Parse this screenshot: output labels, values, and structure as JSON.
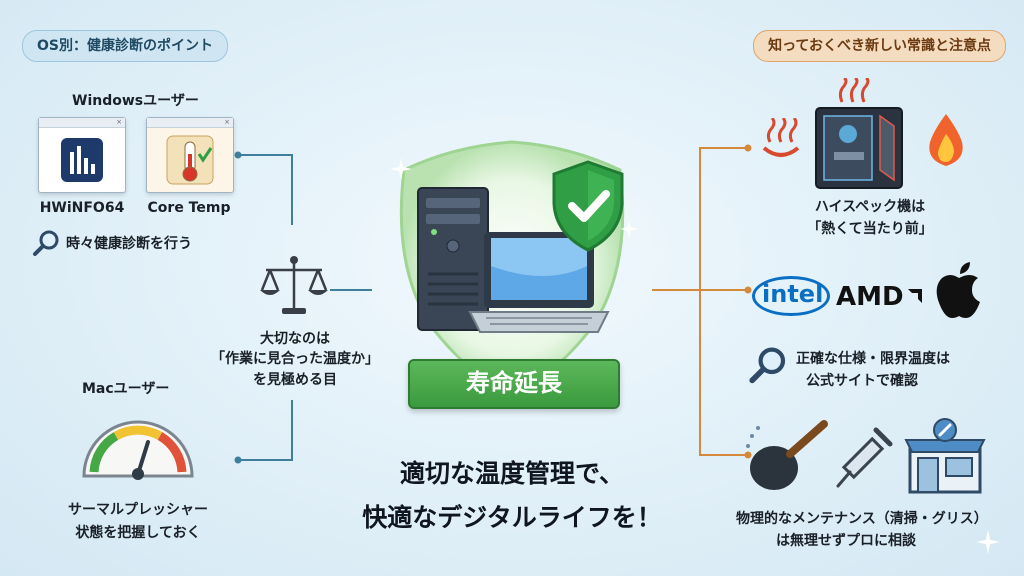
{
  "left": {
    "header": "OS別：健康診断のポイント",
    "windows_title": "Windowsユーザー",
    "app1_name": "HWiNFO64",
    "app2_name": "Core Temp",
    "window_close": "×",
    "check_text": "時々健康診断を行う",
    "mac_title": "Macユーザー",
    "mac_line1": "サーマルプレッシャー",
    "mac_line2": "状態を把握しておく"
  },
  "center": {
    "judge_line1": "大切なのは",
    "judge_line2": "「作業に見合った温度か」",
    "judge_line3": "を見極める目",
    "banner": "寿命延長",
    "main_line1": "適切な温度管理で、",
    "main_line2": "快適なデジタルライフを！"
  },
  "right": {
    "header": "知っておくべき新しい常識と注意点",
    "hot_line1": "ハイスペック機は",
    "hot_line2": "「熱くて当たり前」",
    "brand_intel": "intel",
    "brand_amd": "AMD",
    "spec_line1": "正確な仕様・限界温度は",
    "spec_line2": "公式サイトで確認",
    "maint_line1": "物理的なメンテナンス（清掃・グリス）",
    "maint_line2": "は無理せずプロに相談"
  },
  "icons": [
    "hwinfo-icon",
    "thermometer-icon",
    "magnifier-icon",
    "scale-icon",
    "gauge-icon",
    "pc-tower-icon",
    "laptop-icon",
    "shield-check-icon",
    "hot-spring-icon",
    "fire-icon",
    "gaming-pc-icon",
    "apple-icon",
    "air-blower-icon",
    "syringe-icon",
    "repair-shop-icon",
    "sparkle-icon"
  ],
  "colors": {
    "left_accent": "#3f7f9c",
    "right_accent": "#d4893c",
    "banner_green": "#3b9a3e",
    "shield_green": "#2f9e44"
  }
}
